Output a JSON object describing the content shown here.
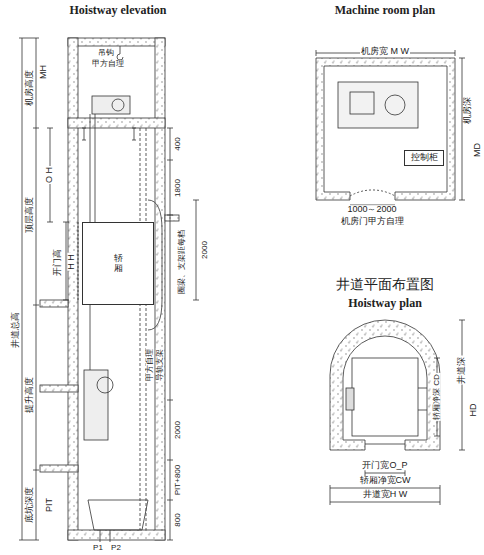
{
  "diagram": {
    "nodes": [
      {
        "text": [
          "轿厢"
        ]
      },
      {
        "text": [
          "控制柜"
        ]
      }
    ],
    "labels": [
      "Hoistway elevation",
      "吊钩",
      "甲方自理",
      "机房高度",
      "MH",
      "400",
      "1800",
      "顶层高度",
      "O H",
      "开门高",
      "H H",
      "2000",
      "圈梁、支架距每档",
      "井道总高",
      "提升高度",
      "导轨支架",
      "甲方自理",
      "2000",
      "PIT+800",
      "800",
      "底坑深度",
      "PIT",
      "P1",
      "P2",
      "Machine room plan",
      "机房宽 M W",
      "机房深",
      "MD",
      "1000～2000",
      "机房门甲方自理",
      "井道平面布置图",
      "Hoistway plan",
      "轿厢净深 CD",
      "井道深",
      "HD",
      "开门宽O_P",
      "轿厢净宽CW",
      "井道宽H W"
    ]
  }
}
